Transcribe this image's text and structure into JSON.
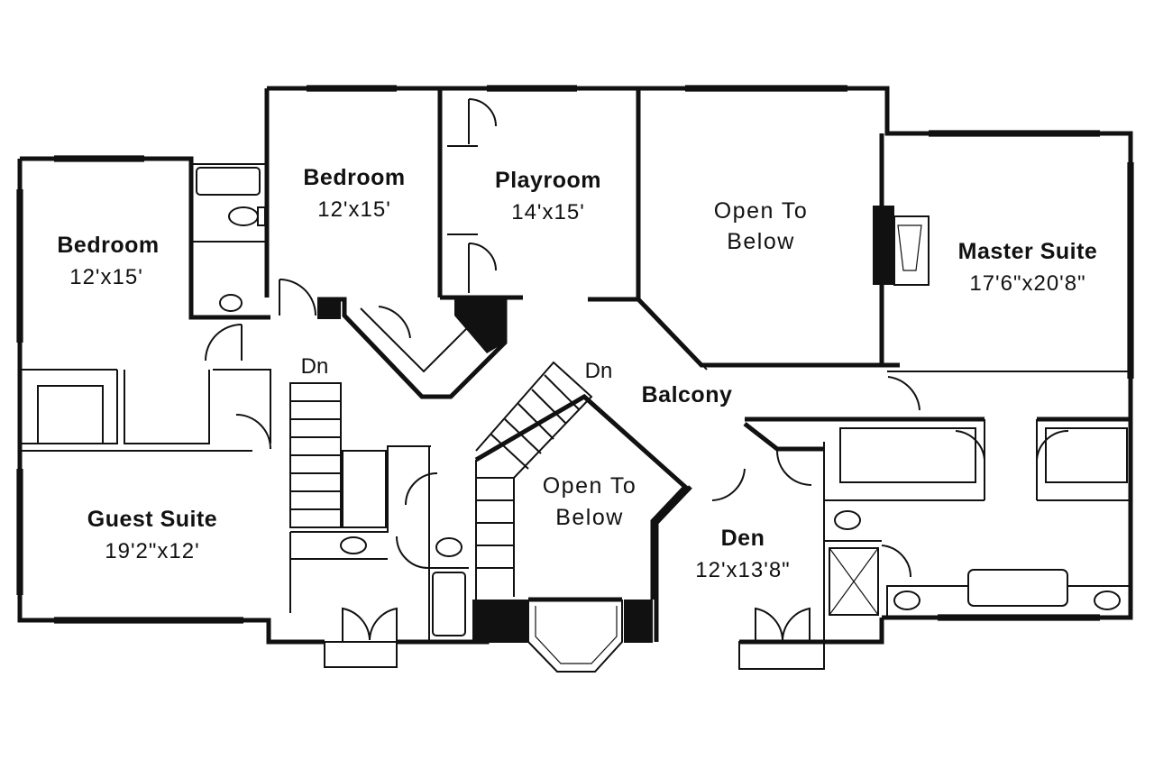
{
  "rooms": {
    "bedroom_left": {
      "name": "Bedroom",
      "dim": "12'x15'"
    },
    "bedroom_center": {
      "name": "Bedroom",
      "dim": "12'x15'"
    },
    "playroom": {
      "name": "Playroom",
      "dim": "14'x15'"
    },
    "open_top": {
      "line1": "Open To",
      "line2": "Below"
    },
    "master": {
      "name": "Master Suite",
      "dim": "17'6\"x20'8\""
    },
    "guest": {
      "name": "Guest Suite",
      "dim": "19'2\"x12'"
    },
    "open_center": {
      "line1": "Open To",
      "line2": "Below"
    },
    "den": {
      "name": "Den",
      "dim": "12'x13'8\""
    },
    "balcony": {
      "name": "Balcony"
    }
  },
  "stairs": {
    "left_label": "Dn",
    "center_label": "Dn"
  }
}
